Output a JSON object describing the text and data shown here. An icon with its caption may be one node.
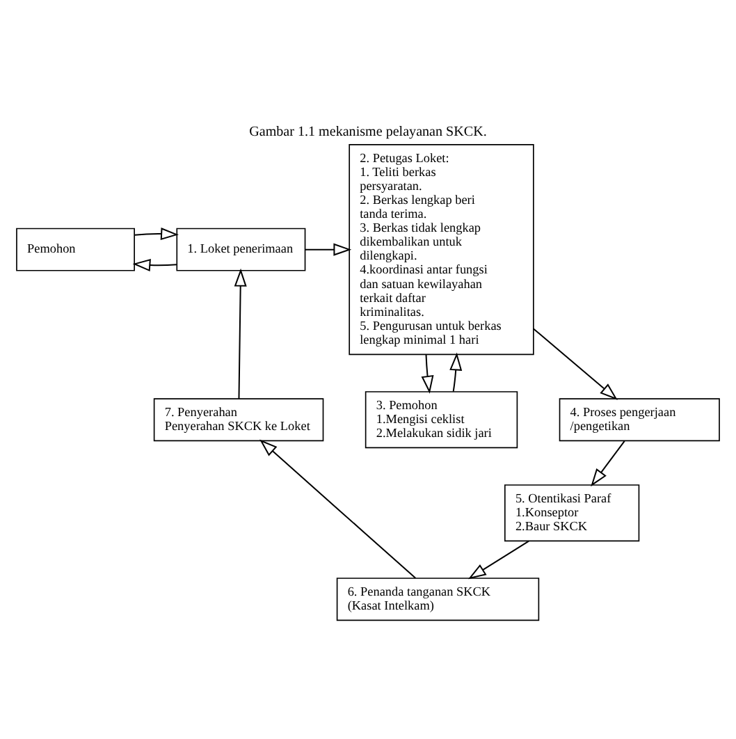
{
  "diagram": {
    "title": "Gambar 1.1 mekanisme pelayanan SKCK.",
    "nodes": [
      {
        "text": [
          "Pemohon"
        ]
      },
      {
        "text": [
          "1. Loket penerimaan"
        ]
      },
      {
        "text": [
          "2. Petugas Loket:",
          "1. Teliti berkas persyaratan.",
          "2. Berkas lengkap beri tanda terima.",
          "3. Berkas tidak lengkap dikembalikan untuk dilengkapi.",
          "4.koordinasi antar fungsi dan satuan kewilayahan terkait daftar kriminalitas.",
          "5. Pengurusan untuk berkas lengkap minimal 1 hari"
        ]
      },
      {
        "text": [
          "3. Pemohon",
          "1.Mengisi ceklist",
          "2.Melakukan sidik jari"
        ]
      },
      {
        "text": [
          "4. Proses pengerjaan /pengetikan"
        ]
      },
      {
        "text": [
          "5. Otentikasi Paraf",
          "1.Konseptor",
          "2.Baur SKCK"
        ]
      },
      {
        "text": [
          "6. Penanda tanganan SKCK (Kasat Intelkam)"
        ]
      },
      {
        "text": [
          "7. Penyerahan",
          "Penyerahan SKCK ke Loket"
        ]
      }
    ],
    "edges": [
      {
        "from": 1,
        "to": 0,
        "arrow": "to"
      },
      {
        "from": 0,
        "to": 1,
        "arrow": "to"
      },
      {
        "from": 1,
        "to": 2,
        "arrow": "to"
      },
      {
        "from": 2,
        "to": 3,
        "arrow": "to"
      },
      {
        "from": 3,
        "to": 2,
        "arrow": "to"
      },
      {
        "from": 2,
        "to": 4,
        "arrow": "to"
      },
      {
        "from": 4,
        "to": 5,
        "arrow": "to"
      },
      {
        "from": 5,
        "to": 6,
        "arrow": "to"
      },
      {
        "from": 6,
        "to": 7,
        "arrow": "to"
      },
      {
        "from": 7,
        "to": 1,
        "arrow": "to"
      }
    ]
  }
}
